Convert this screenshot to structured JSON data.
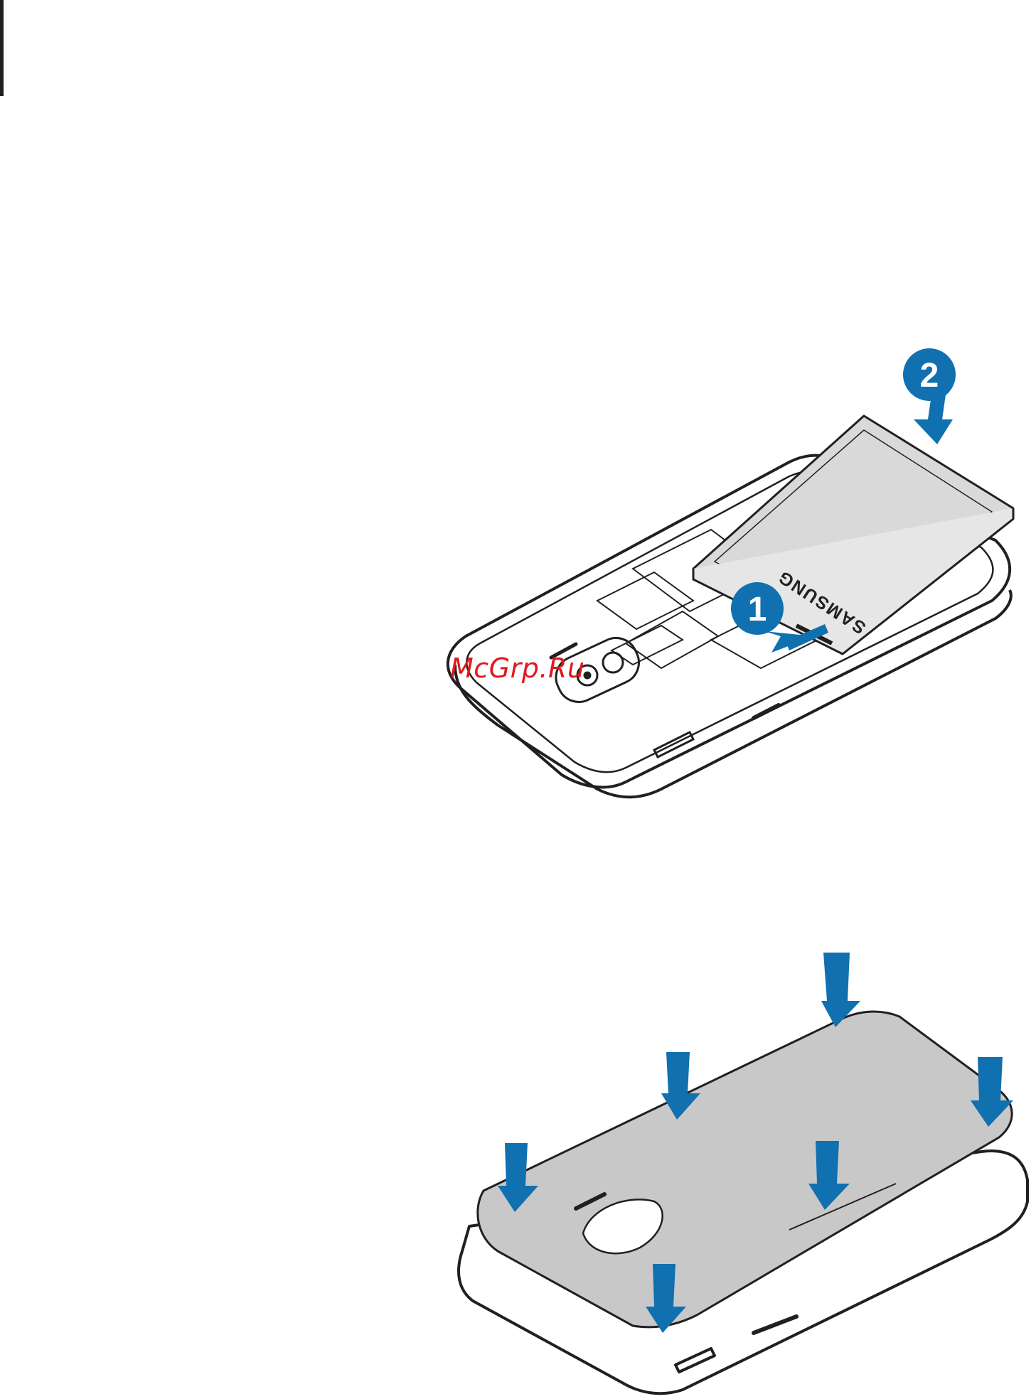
{
  "battery": {
    "brand": "SAMSUNG"
  },
  "steps": {
    "step1": "1",
    "step2": "2"
  },
  "watermark": "McGrp.Ru",
  "colors": {
    "arrow_blue": "#1070b0",
    "outline": "#231f20",
    "battery_fill": "#d9d9d9",
    "cover_fill": "#c8c8c8",
    "watermark": "#e0191f"
  }
}
